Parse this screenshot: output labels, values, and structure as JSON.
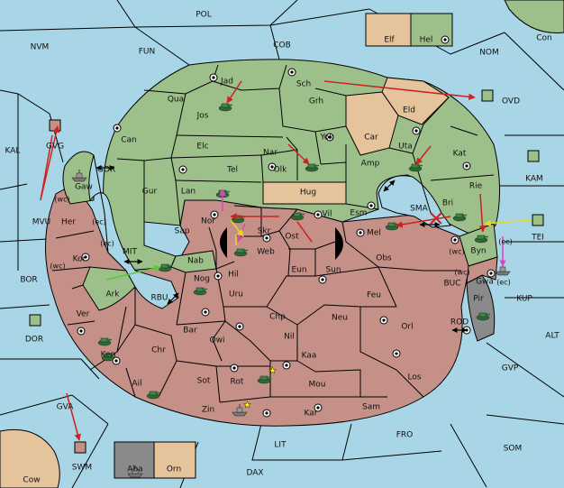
{
  "colors": {
    "sea": "#a9d6e6",
    "player_green": "#9dc08b",
    "player_red": "#c59087",
    "neutral_tan": "#e5c49c",
    "gray": "#8a8a8a",
    "land_light": "#d9ecd0",
    "order_red": "#cc2222",
    "order_pink": "#dd44bb",
    "order_yellow": "#f0e020",
    "order_green": "#66dd44",
    "order_black": "#000000"
  },
  "map": {
    "sea_labels": [
      {
        "id": "pol",
        "text": "POL"
      },
      {
        "id": "nvm",
        "text": "NVM"
      },
      {
        "id": "fun",
        "text": "FUN"
      },
      {
        "id": "cob",
        "text": "COB"
      },
      {
        "id": "nom",
        "text": "NOM"
      },
      {
        "id": "con",
        "text": "Con"
      },
      {
        "id": "ovd",
        "text": "OVD"
      },
      {
        "id": "kal",
        "text": "KAL"
      },
      {
        "id": "kam",
        "text": "KAM"
      },
      {
        "id": "mvu",
        "text": "MVU"
      },
      {
        "id": "tei",
        "text": "TEI"
      },
      {
        "id": "bor",
        "text": "BOR"
      },
      {
        "id": "kup",
        "text": "KUP"
      },
      {
        "id": "dor",
        "text": "DOR"
      },
      {
        "id": "alt",
        "text": "ALT"
      },
      {
        "id": "gvp",
        "text": "GVP"
      },
      {
        "id": "gva",
        "text": "GVA"
      },
      {
        "id": "fro",
        "text": "FRO"
      },
      {
        "id": "som",
        "text": "SOM"
      },
      {
        "id": "lit",
        "text": "LIT"
      },
      {
        "id": "swm",
        "text": "SWM"
      },
      {
        "id": "dax",
        "text": "DAX"
      },
      {
        "id": "cow",
        "text": "Cow"
      },
      {
        "id": "gor",
        "text": "GOR"
      },
      {
        "id": "sma",
        "text": "SMA"
      },
      {
        "id": "mit",
        "text": "MIT"
      },
      {
        "id": "rbu",
        "text": "RBU"
      },
      {
        "id": "buc",
        "text": "BUC"
      },
      {
        "id": "rod",
        "text": "ROD"
      },
      {
        "id": "gvg",
        "text": "GVG"
      }
    ],
    "land_labels": [
      {
        "id": "elf",
        "text": "Elf"
      },
      {
        "id": "hel",
        "text": "Hel"
      },
      {
        "id": "jad",
        "text": "Jad"
      },
      {
        "id": "sch",
        "text": "Sch"
      },
      {
        "id": "qua",
        "text": "Qua"
      },
      {
        "id": "jos",
        "text": "Jos"
      },
      {
        "id": "grh",
        "text": "Grh"
      },
      {
        "id": "eld",
        "text": "Eld"
      },
      {
        "id": "can",
        "text": "Can"
      },
      {
        "id": "car",
        "text": "Car"
      },
      {
        "id": "yok",
        "text": "Yok"
      },
      {
        "id": "uta",
        "text": "Uta"
      },
      {
        "id": "elc",
        "text": "Elc"
      },
      {
        "id": "nar",
        "text": "Nar"
      },
      {
        "id": "kat",
        "text": "Kat"
      },
      {
        "id": "tel",
        "text": "Tel"
      },
      {
        "id": "olk",
        "text": "Olk"
      },
      {
        "id": "amp",
        "text": "Amp"
      },
      {
        "id": "gur",
        "text": "Gur"
      },
      {
        "id": "lan",
        "text": "Lan"
      },
      {
        "id": "hug",
        "text": "Hug"
      },
      {
        "id": "rie",
        "text": "Rie"
      },
      {
        "id": "gaw",
        "text": "Gaw"
      },
      {
        "id": "bri",
        "text": "Bri"
      },
      {
        "id": "esm",
        "text": "Esm"
      },
      {
        "id": "vil",
        "text": "Vil"
      },
      {
        "id": "sap",
        "text": "Sap"
      },
      {
        "id": "nor",
        "text": "Nor"
      },
      {
        "id": "skr",
        "text": "Skr"
      },
      {
        "id": "ost",
        "text": "Ost"
      },
      {
        "id": "mel",
        "text": "Mel"
      },
      {
        "id": "her",
        "text": "Her"
      },
      {
        "id": "web",
        "text": "Web"
      },
      {
        "id": "byn",
        "text": "Byn"
      },
      {
        "id": "kor",
        "text": "Kor"
      },
      {
        "id": "nab",
        "text": "Nab"
      },
      {
        "id": "obs",
        "text": "Obs"
      },
      {
        "id": "eun",
        "text": "Eun"
      },
      {
        "id": "hil",
        "text": "Hil"
      },
      {
        "id": "sun",
        "text": "Sun"
      },
      {
        "id": "gwa",
        "text": "Gwa"
      },
      {
        "id": "nog",
        "text": "Nog"
      },
      {
        "id": "ark",
        "text": "Ark"
      },
      {
        "id": "uru",
        "text": "Uru"
      },
      {
        "id": "feu",
        "text": "Feu"
      },
      {
        "id": "pir",
        "text": "Pir"
      },
      {
        "id": "ver",
        "text": "Ver"
      },
      {
        "id": "chp",
        "text": "Chp"
      },
      {
        "id": "neu",
        "text": "Neu"
      },
      {
        "id": "bar",
        "text": "Bar"
      },
      {
        "id": "orl",
        "text": "Orl"
      },
      {
        "id": "qwi",
        "text": "Qwi"
      },
      {
        "id": "nil",
        "text": "Nil"
      },
      {
        "id": "ken",
        "text": "Ken"
      },
      {
        "id": "chr",
        "text": "Chr"
      },
      {
        "id": "kaa",
        "text": "Kaa"
      },
      {
        "id": "los",
        "text": "Los"
      },
      {
        "id": "ail",
        "text": "Ail"
      },
      {
        "id": "sot",
        "text": "Sot"
      },
      {
        "id": "rot",
        "text": "Rot"
      },
      {
        "id": "mou",
        "text": "Mou"
      },
      {
        "id": "sam",
        "text": "Sam"
      },
      {
        "id": "zin",
        "text": "Zin"
      },
      {
        "id": "kar",
        "text": "Kar"
      },
      {
        "id": "aba",
        "text": "Aba"
      },
      {
        "id": "orn",
        "text": "Orn"
      }
    ],
    "coast_labels": [
      {
        "id": "gaw-wc",
        "text": "(wc)"
      },
      {
        "id": "her-ec",
        "text": "(ec)"
      },
      {
        "id": "kor-ec",
        "text": "(ec)"
      },
      {
        "id": "kor-wc",
        "text": "(wc)"
      },
      {
        "id": "byn-wc",
        "text": "(wc)"
      },
      {
        "id": "byn-ec",
        "text": "(ec)"
      },
      {
        "id": "gwa-wc",
        "text": "(wc)"
      },
      {
        "id": "gwa-ec",
        "text": "(ec)"
      }
    ]
  }
}
